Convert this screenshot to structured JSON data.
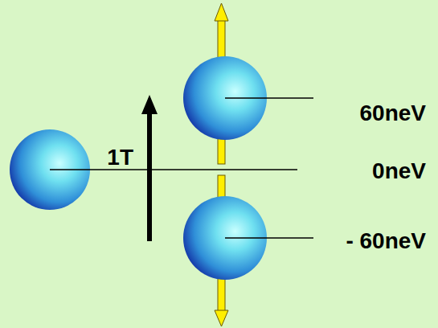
{
  "diagram": {
    "labels": [
      "1T",
      "60neV",
      "0neV",
      "- 60neV"
    ]
  }
}
